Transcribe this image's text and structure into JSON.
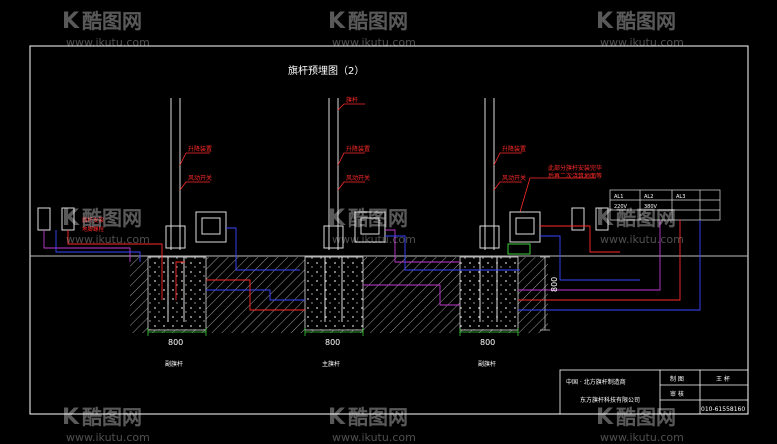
{
  "drawing": {
    "title": "旗杆预埋图（2）",
    "pole_labels": [
      "副旗杆",
      "主旗杆",
      "副旗杆"
    ],
    "dimension_width": "800",
    "dimension_height": "800",
    "annotations": {
      "flagpole": "旗杆",
      "lift_control": "升降装置",
      "wind_switch": "风动开关",
      "note_line1": "此部分旗杆安装完毕",
      "note_line2": "后再二次浇筑地面等"
    },
    "left_note": [
      "旗杆支架",
      "地脚螺栓"
    ],
    "boxes": [
      "AL1",
      "AL2",
      "AL3"
    ],
    "table_values": [
      "220V",
      "380V"
    ]
  },
  "title_block": {
    "company_line1": "中国  ·  北方旗杆制造商",
    "company_line2": "东方旗杆科技有限公司",
    "label_draw": "制  图",
    "label_check": "审  核",
    "name": "王  杯",
    "phone": "010-61558160"
  },
  "watermark": {
    "brand": "酷图网",
    "url": "www.ikutu.com"
  },
  "colors": {
    "background": "#000000",
    "frame": "#ffffff",
    "red": "#ff2a2a",
    "blue": "#3a46ff",
    "magenta": "#c23ad0",
    "green": "#3ccf3c",
    "hatch": "#a8a8a8"
  }
}
